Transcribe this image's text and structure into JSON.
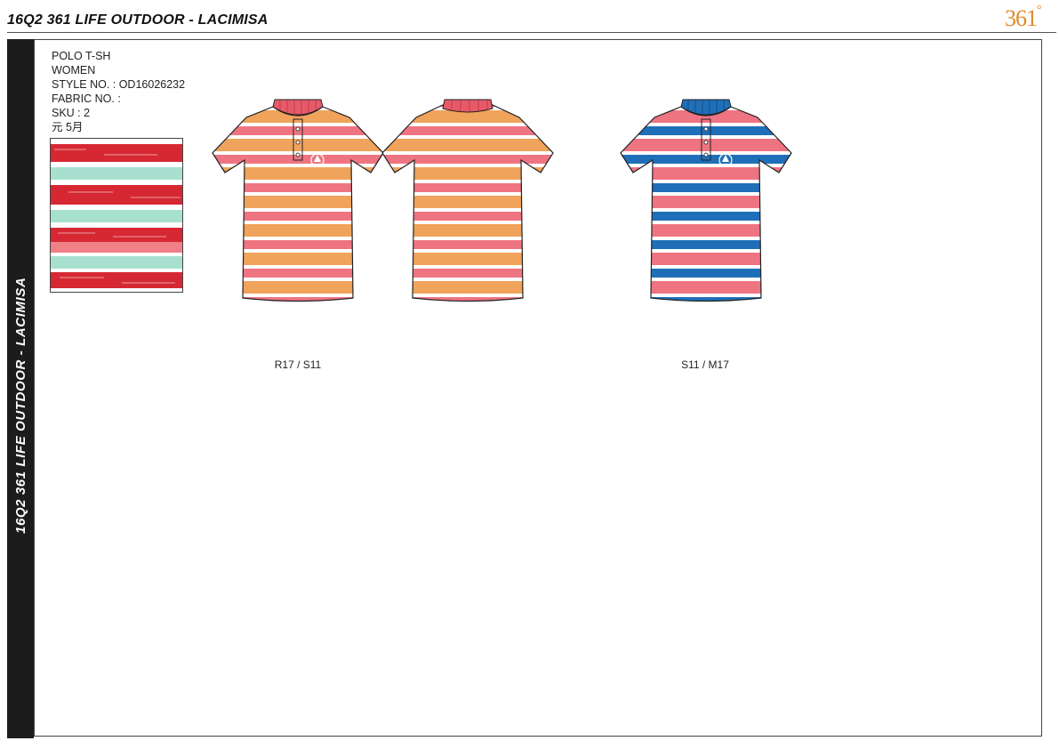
{
  "header": {
    "title": "16Q2 361 LIFE OUTDOOR - LACIMISA",
    "logo_text": "361",
    "logo_degree": "°"
  },
  "sidebar": {
    "title": "16Q2  361  LIFE OUTDOOR - LACIMISA"
  },
  "info": {
    "line1": "POLO T-SH",
    "line2": "WOMEN",
    "line3": "STYLE NO. : OD16026232",
    "line4": "FABRIC NO. :",
    "line5": "SKU : 2",
    "line6": "元  5月"
  },
  "colorways": [
    {
      "caption": "R17 / S11"
    },
    {
      "caption": "S11 / M17"
    }
  ],
  "colors": {
    "coral": "#e85a6a",
    "orange": "#f0a35a",
    "pink": "#ef7482",
    "blue": "#1f6fb8",
    "red": "#d62833",
    "mint": "#a8e0cf",
    "logo": "#e08a2a"
  },
  "icons": {
    "chest_logo": "tree-emblem-icon"
  }
}
